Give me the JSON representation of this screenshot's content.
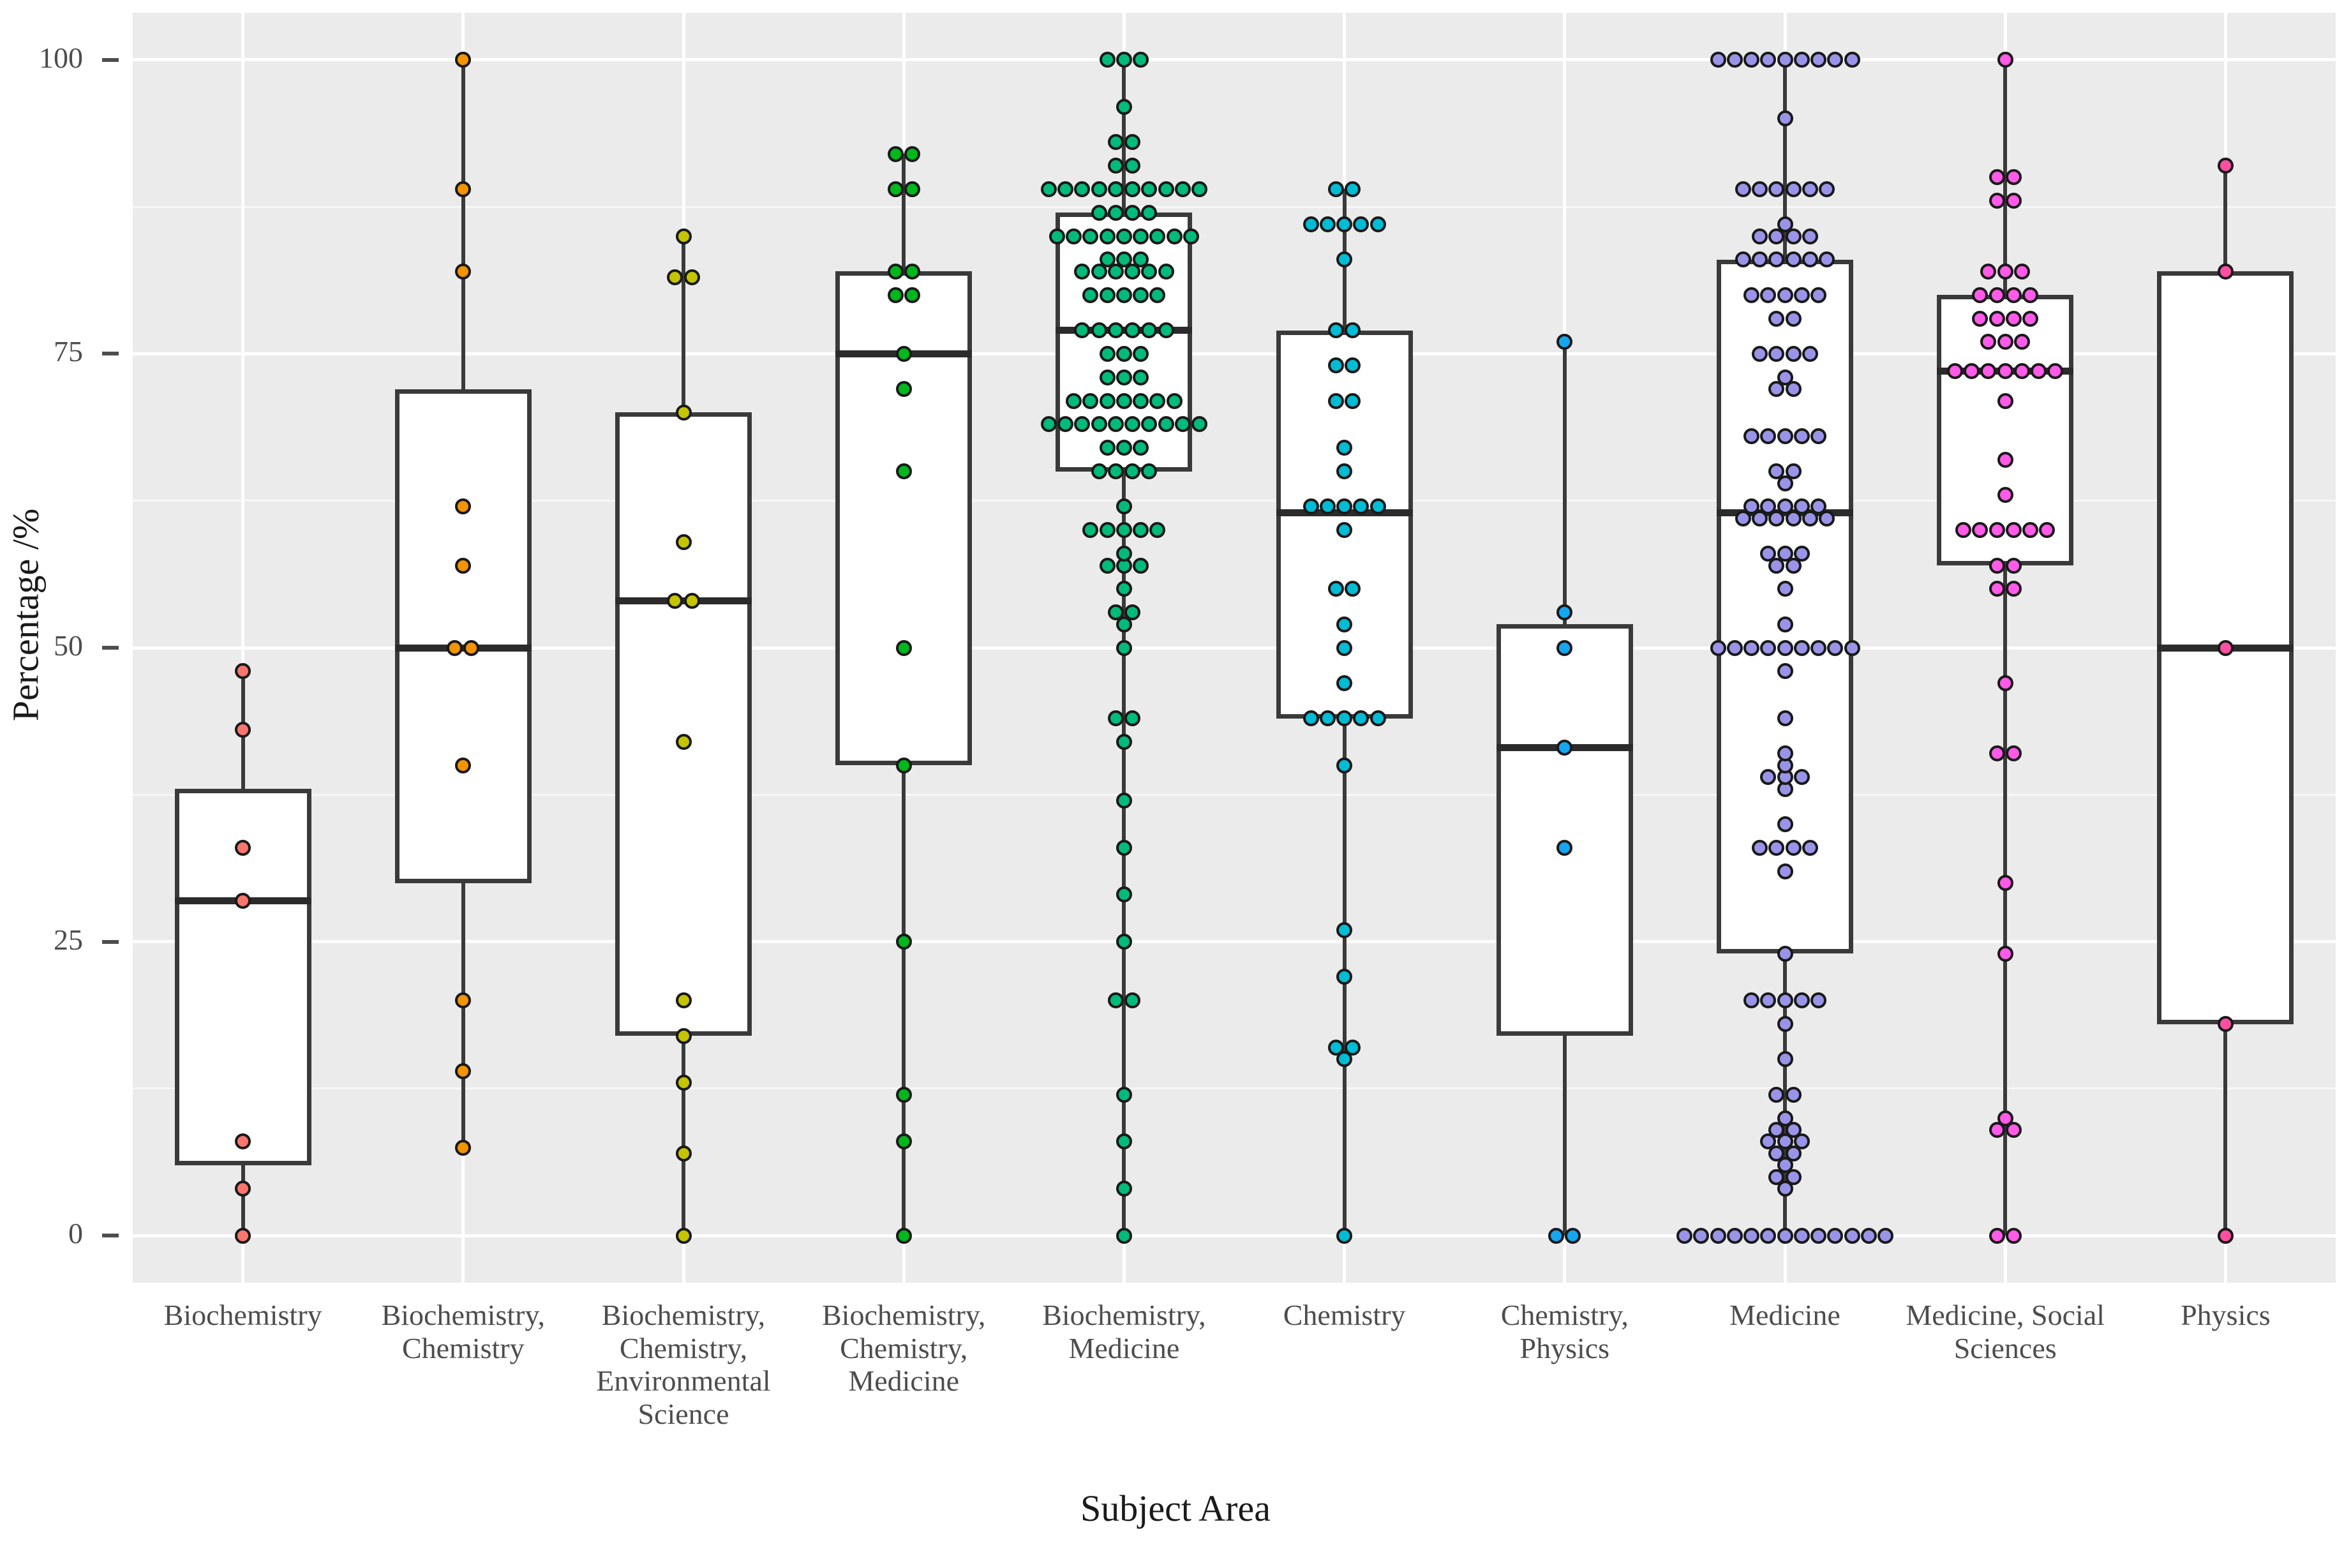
{
  "chart_data": {
    "type": "boxplot",
    "title": "",
    "xlabel": "Subject Area",
    "ylabel": "Percentage /%",
    "ylim": [
      -4,
      104
    ],
    "yticks": [
      0,
      25,
      50,
      75,
      100
    ],
    "ytick_labels": [
      "0",
      "25",
      "50",
      "75",
      "100"
    ],
    "grid": true,
    "legend": "none",
    "categories": [
      "Biochemistry",
      "Biochemistry, Chemistry",
      "Biochemistry, Chemistry, Environmental Science",
      "Biochemistry, Chemistry, Medicine",
      "Biochemistry, Medicine",
      "Chemistry",
      "Chemistry, Physics",
      "Medicine",
      "Medicine, Social Sciences",
      "Physics"
    ],
    "series": [
      {
        "name": "Biochemistry",
        "color": "#f8766d",
        "box": {
          "q1": 6,
          "median": 28.5,
          "q3": 38,
          "whisker_low": 0,
          "whisker_high": 48
        },
        "points": [
          48,
          43,
          33,
          28.5,
          8,
          4,
          0
        ]
      },
      {
        "name": "Biochemistry, Chemistry",
        "color": "#f29400",
        "box": {
          "q1": 30,
          "median": 50,
          "q3": 72,
          "whisker_low": 7.3,
          "whisker_high": 100
        },
        "points": [
          100,
          89,
          82,
          62,
          57,
          50,
          50,
          40,
          20,
          14,
          7.3
        ]
      },
      {
        "name": "Biochemistry, Chemistry, Environmental Science",
        "color": "#c4c400",
        "box": {
          "q1": 17,
          "median": 54,
          "q3": 70,
          "whisker_low": 0,
          "whisker_high": 85
        },
        "points": [
          85,
          81.5,
          81.5,
          70,
          59,
          54,
          54,
          42,
          20,
          17,
          13,
          7,
          0
        ]
      },
      {
        "name": "Biochemistry, Chemistry, Medicine",
        "color": "#00b71c",
        "box": {
          "q1": 40,
          "median": 75,
          "q3": 82,
          "whisker_low": 0,
          "whisker_high": 92
        },
        "points": [
          92,
          92,
          89,
          89,
          82,
          82,
          80,
          80,
          75,
          72,
          65,
          50,
          40,
          25,
          12,
          8,
          0
        ]
      },
      {
        "name": "Biochemistry, Medicine",
        "color": "#00bb7a",
        "box": {
          "q1": 65,
          "median": 77,
          "q3": 87,
          "whisker_low": 0,
          "whisker_high": 100
        },
        "points": [
          100,
          100,
          100,
          96,
          93,
          93,
          91,
          91,
          89,
          89,
          89,
          89,
          89,
          89,
          89,
          89,
          89,
          89,
          87,
          87,
          87,
          87,
          85,
          85,
          85,
          85,
          85,
          85,
          85,
          85,
          85,
          83,
          83,
          83,
          82,
          82,
          82,
          82,
          82,
          82,
          80,
          80,
          80,
          80,
          80,
          77,
          77,
          77,
          77,
          77,
          77,
          75,
          75,
          75,
          73,
          73,
          73,
          71,
          71,
          71,
          71,
          71,
          71,
          71,
          69,
          69,
          69,
          69,
          69,
          69,
          69,
          69,
          69,
          69,
          67,
          67,
          67,
          65,
          65,
          65,
          65,
          62,
          60,
          60,
          60,
          60,
          60,
          58,
          57,
          57,
          57,
          55,
          53,
          53,
          52,
          50,
          44,
          44,
          42,
          37,
          33,
          29,
          25,
          20,
          20,
          12,
          8,
          4,
          0
        ]
      },
      {
        "name": "Chemistry",
        "color": "#00bcd4",
        "box": {
          "q1": 44,
          "median": 61.5,
          "q3": 77,
          "whisker_low": 0,
          "whisker_high": 89
        },
        "points": [
          89,
          89,
          86,
          86,
          86,
          86,
          86,
          83,
          77,
          77,
          74,
          74,
          71,
          71,
          67,
          65,
          62,
          62,
          62,
          62,
          62,
          60,
          55,
          55,
          52,
          50,
          47,
          44,
          44,
          44,
          44,
          44,
          40,
          26,
          22,
          16,
          16,
          15,
          0
        ]
      },
      {
        "name": "Chemistry, Physics",
        "color": "#14a7f0",
        "box": {
          "q1": 17,
          "median": 41.5,
          "q3": 52,
          "whisker_low": 0,
          "whisker_high": 76
        },
        "points": [
          76,
          53,
          50,
          41.5,
          33,
          0,
          0
        ]
      },
      {
        "name": "Medicine",
        "color": "#9a94e8",
        "box": {
          "q1": 24,
          "median": 61.5,
          "q3": 83,
          "whisker_low": 0,
          "whisker_high": 100
        },
        "points": [
          100,
          100,
          100,
          100,
          100,
          100,
          100,
          100,
          100,
          95,
          89,
          89,
          89,
          89,
          89,
          89,
          86,
          85,
          85,
          85,
          85,
          83,
          83,
          83,
          83,
          83,
          83,
          80,
          80,
          80,
          80,
          80,
          78,
          78,
          75,
          75,
          75,
          75,
          73,
          72,
          72,
          68,
          68,
          68,
          68,
          68,
          65,
          65,
          64,
          62,
          62,
          62,
          62,
          62,
          61,
          61,
          61,
          61,
          61,
          61,
          58,
          58,
          58,
          57,
          57,
          55,
          52,
          50,
          50,
          50,
          50,
          50,
          50,
          50,
          50,
          50,
          48,
          44,
          41,
          40,
          39,
          39,
          39,
          38,
          35,
          33,
          33,
          33,
          33,
          31,
          24,
          20,
          20,
          20,
          20,
          20,
          18,
          15,
          12,
          12,
          10,
          9,
          9,
          8,
          8,
          8,
          7,
          7,
          6,
          5,
          5,
          4,
          0,
          0,
          0,
          0,
          0,
          0,
          0,
          0,
          0,
          0,
          0,
          0,
          0
        ]
      },
      {
        "name": "Medicine, Social Sciences",
        "color": "#ff5ae8",
        "box": {
          "q1": 57,
          "median": 73.5,
          "q3": 80,
          "whisker_low": 0,
          "whisker_high": 100
        },
        "points": [
          100,
          90,
          90,
          88,
          88,
          82,
          82,
          82,
          80,
          80,
          80,
          80,
          78,
          78,
          78,
          78,
          76,
          76,
          76,
          73.5,
          73.5,
          73.5,
          73.5,
          73.5,
          73.5,
          73.5,
          71,
          66,
          63,
          60,
          60,
          60,
          60,
          60,
          60,
          57,
          57,
          55,
          55,
          47,
          41,
          41,
          30,
          24,
          10,
          9,
          9,
          0,
          0
        ],
        "note": "pink; outliers visible down to 0"
      },
      {
        "name": "Physics",
        "color": "#ff4fa3",
        "box": {
          "q1": 18,
          "median": 50,
          "q3": 82,
          "whisker_low": 0,
          "whisker_high": 91
        },
        "points": [
          91,
          82,
          50,
          18,
          0
        ]
      }
    ]
  },
  "axis": {
    "y_label": "Percentage /%",
    "x_label": "Subject Area",
    "y_ticks": [
      "0",
      "25",
      "50",
      "75",
      "100"
    ],
    "x_ticks": [
      [
        "Biochemistry"
      ],
      [
        "Biochemistry,",
        "Chemistry"
      ],
      [
        "Biochemistry,",
        "Chemistry,",
        "Environmental",
        "Science"
      ],
      [
        "Biochemistry,",
        "Chemistry,",
        "Medicine"
      ],
      [
        "Biochemistry,",
        "Medicine"
      ],
      [
        "Chemistry"
      ],
      [
        "Chemistry,",
        "Physics"
      ],
      [
        "Medicine"
      ],
      [
        "Medicine, Social",
        "Sciences"
      ],
      [
        "Physics"
      ]
    ]
  },
  "colors": {
    "panel_bg": "#ebebeb",
    "grid_major": "#ffffff",
    "box_stroke": "#3a3a3a",
    "point_stroke": "#191919"
  }
}
